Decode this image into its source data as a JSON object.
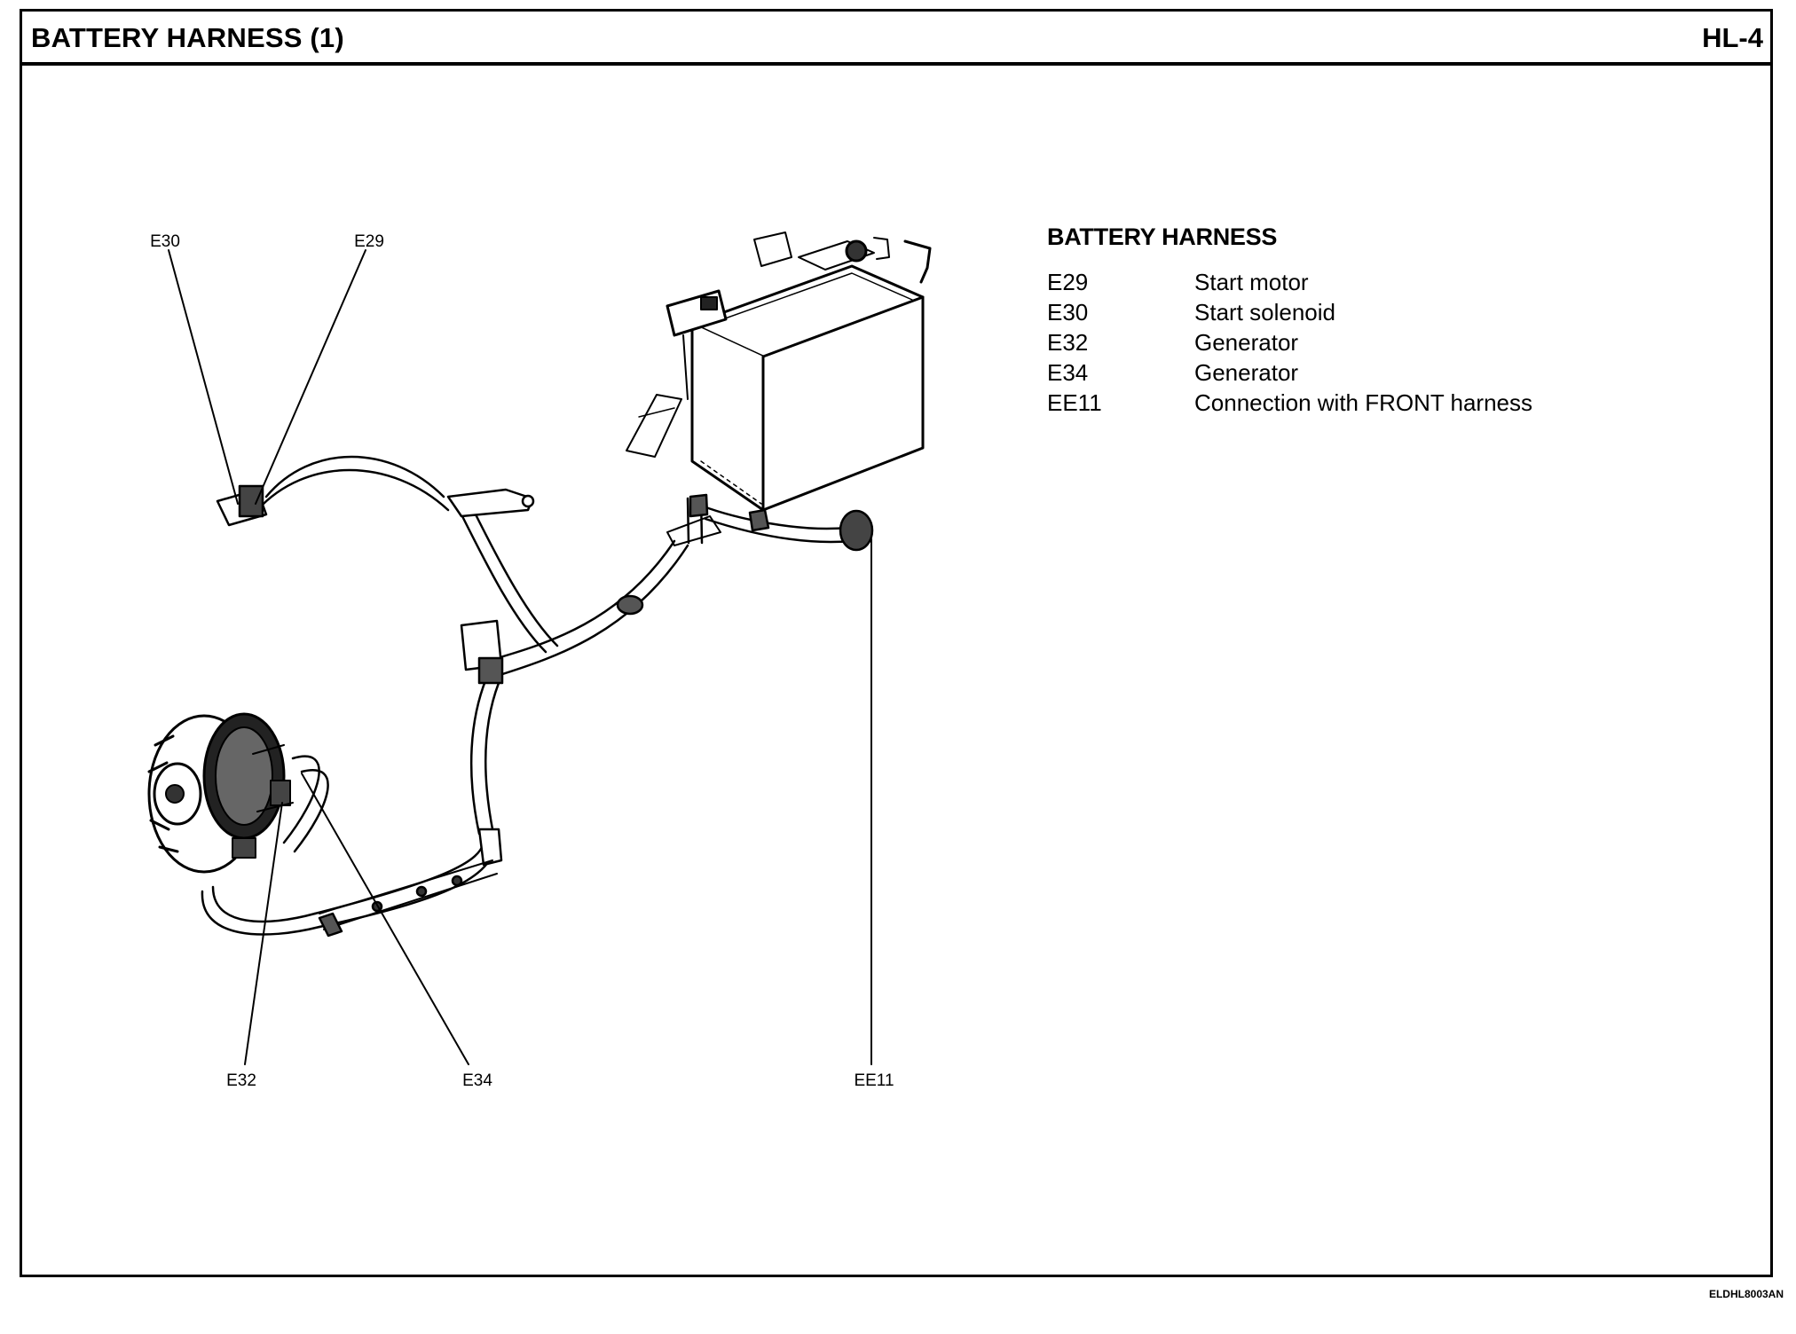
{
  "header": {
    "title": "BATTERY HARNESS (1)",
    "page_code": "HL-4"
  },
  "callouts": [
    {
      "id": "e30",
      "label": "E30"
    },
    {
      "id": "e29",
      "label": "E29"
    },
    {
      "id": "e32",
      "label": "E32"
    },
    {
      "id": "e34",
      "label": "E34"
    },
    {
      "id": "ee11",
      "label": "EE11"
    }
  ],
  "legend": {
    "title": "BATTERY HARNESS",
    "items": [
      {
        "code": "E29",
        "description": "Start motor"
      },
      {
        "code": "E30",
        "description": "Start solenoid"
      },
      {
        "code": "E32",
        "description": "Generator"
      },
      {
        "code": "E34",
        "description": "Generator"
      },
      {
        "code": "EE11",
        "description": "Connection with FRONT harness"
      }
    ]
  },
  "footer": {
    "image_code": "ELDHL8003AN"
  }
}
